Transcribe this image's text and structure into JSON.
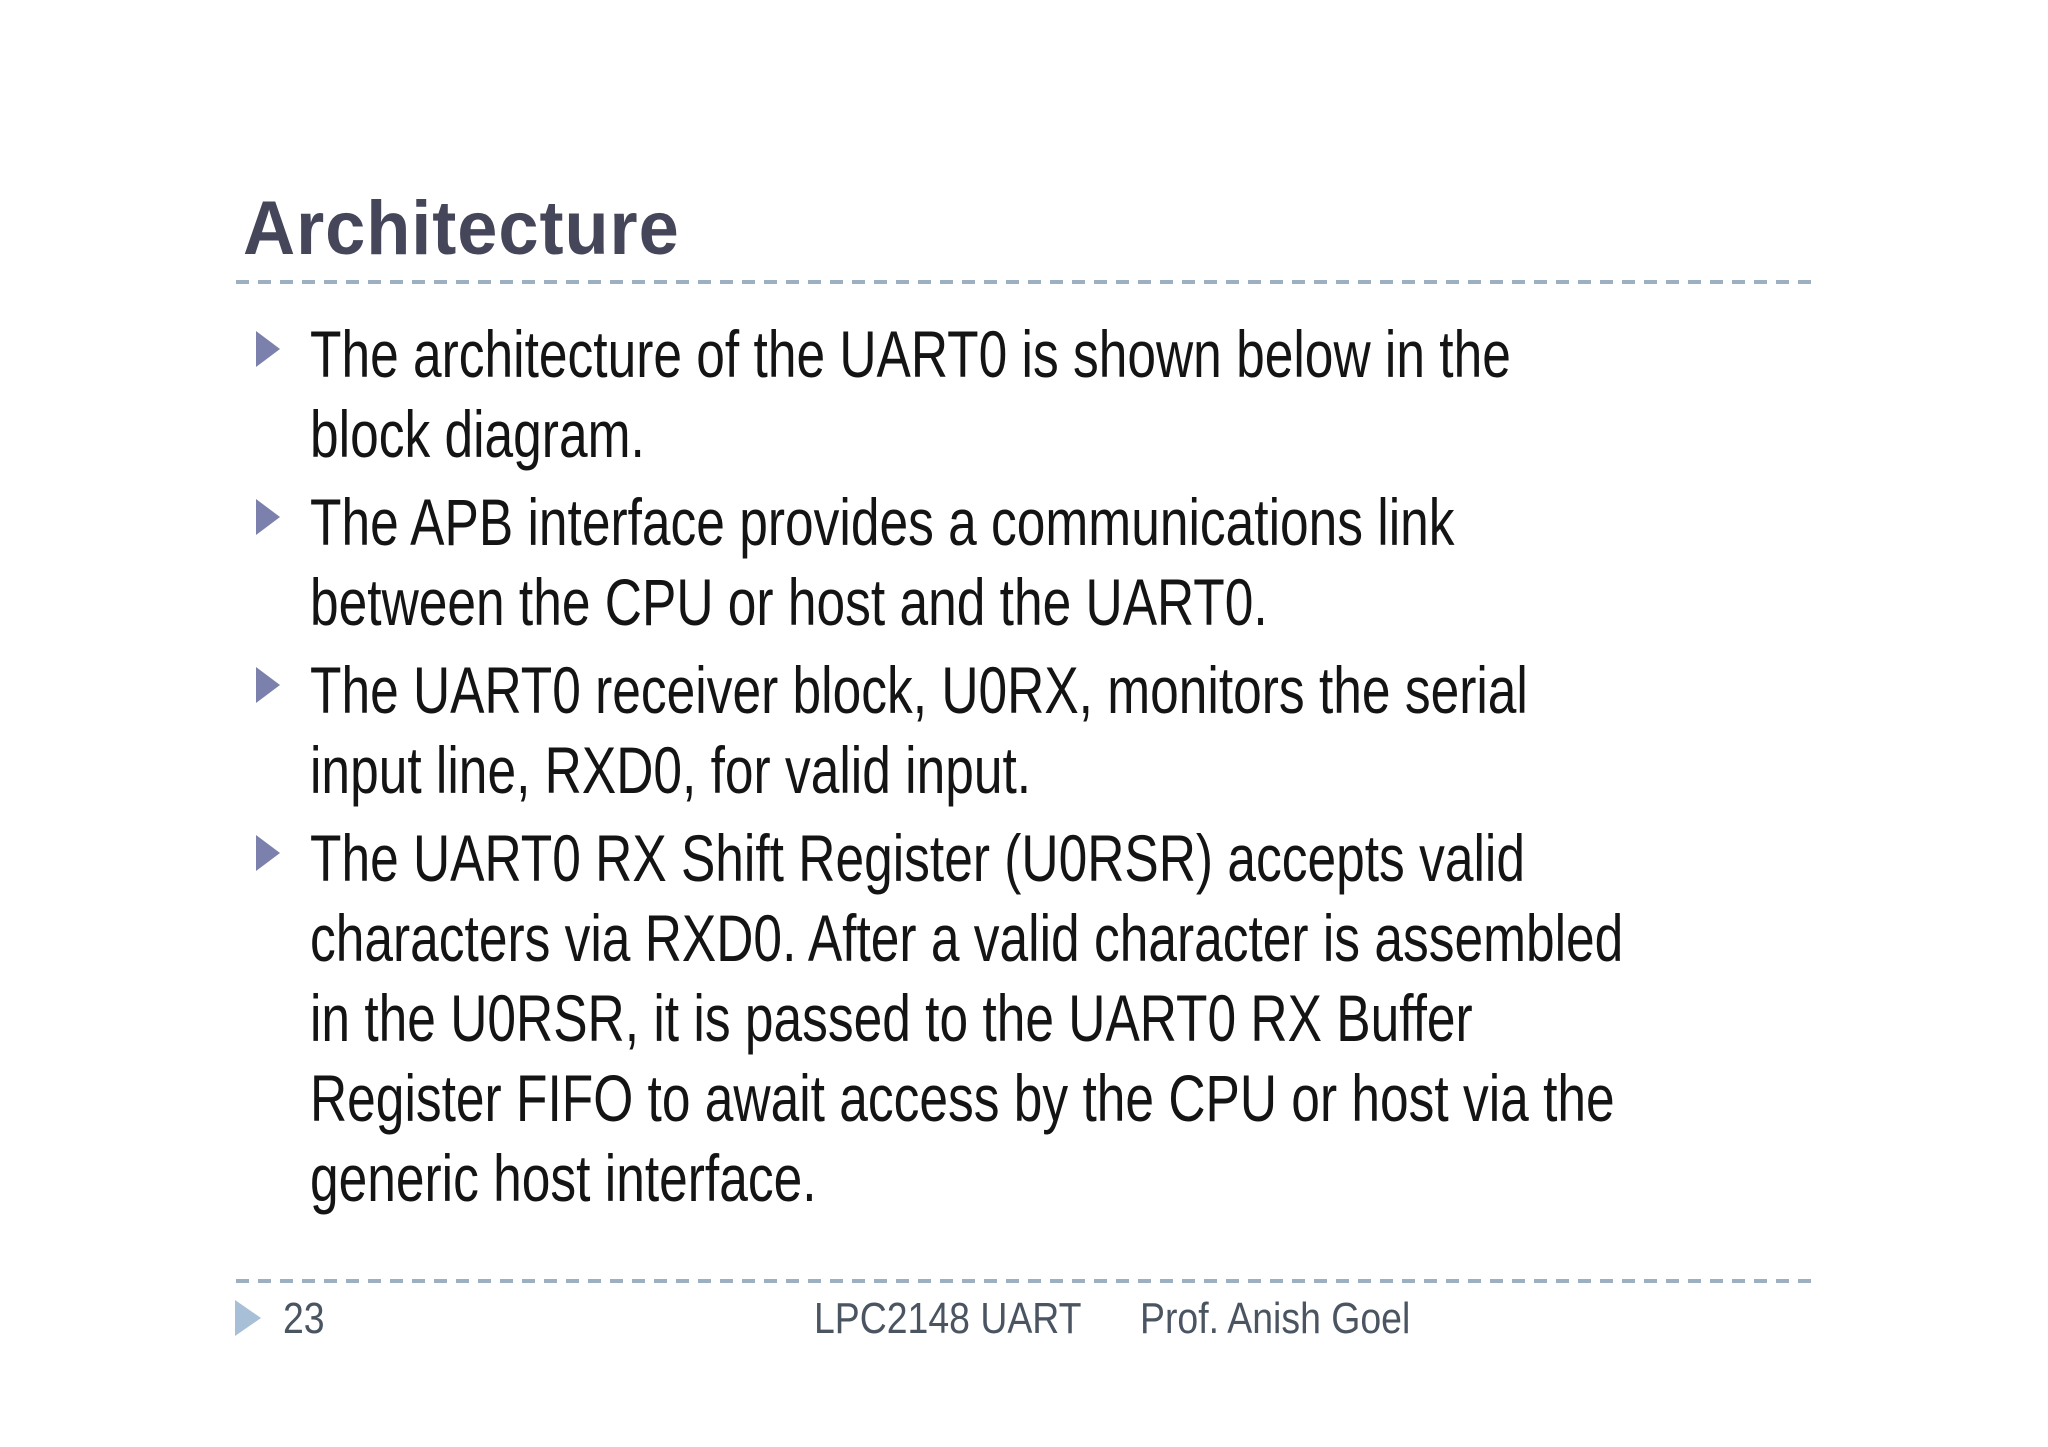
{
  "slide": {
    "title": "Architecture",
    "bullets": [
      {
        "lines": [
          "The architecture of the UART0 is shown below in the",
          "block diagram."
        ]
      },
      {
        "lines": [
          "The APB interface provides a communications link",
          "between the CPU or host and the UART0."
        ]
      },
      {
        "lines": [
          "The UART0 receiver block, U0RX, monitors the serial",
          "input line, RXD0, for valid input."
        ]
      },
      {
        "lines": [
          "The UART0 RX Shift Register (U0RSR) accepts valid",
          "characters via RXD0. After a valid character is assembled",
          "in the U0RSR, it is passed to the UART0 RX Buffer",
          "Register FIFO to await access by the CPU or host via the",
          "generic host interface."
        ]
      }
    ],
    "footer": {
      "page_number": "23",
      "course": "LPC2148 UART",
      "author": "Prof. Anish Goel"
    },
    "colors": {
      "background": "#ffffff",
      "title": "#45465a",
      "body_text": "#141414",
      "bullet_marker": "#7b81ac",
      "rule_dash": "#9db0c2",
      "footer_marker": "#a7bfd7",
      "footer_text": "#4b5562"
    }
  }
}
